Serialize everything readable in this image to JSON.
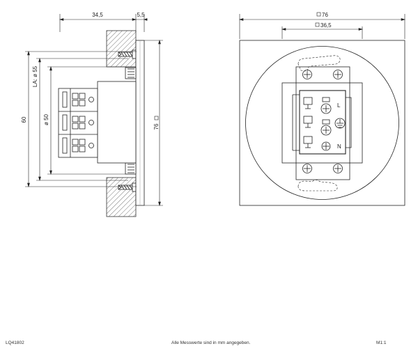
{
  "side_view": {
    "dim_depth": "34,5",
    "dim_plate": "5,5",
    "dim_height": "60",
    "dim_la55": "LA: ø 55",
    "dim_d50": "ø 50",
    "dim_square": "76"
  },
  "front_view": {
    "dim_outer": "76",
    "dim_inner": "36,5"
  },
  "terminals": {
    "L": "L",
    "N": "N"
  },
  "footer": {
    "code": "LQ41802",
    "note": "Alle Messwerte sind in mm angegeben.",
    "scale": "M1:1"
  }
}
